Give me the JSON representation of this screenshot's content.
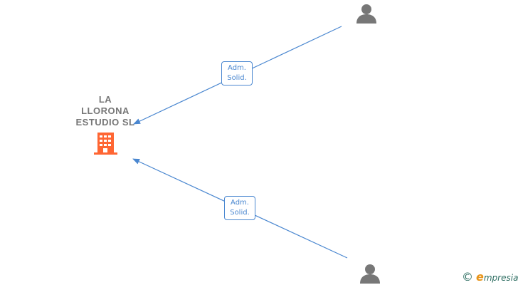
{
  "company": {
    "name_lines": [
      "LA",
      "LLORONA",
      "ESTUDIO  SL"
    ],
    "icon": "building-icon",
    "icon_color": "#ff6633"
  },
  "persons": [
    {
      "icon": "person-icon",
      "color": "#777777"
    },
    {
      "icon": "person-icon",
      "color": "#777777"
    }
  ],
  "relations": [
    {
      "label_lines": [
        "Adm.",
        "Solid."
      ]
    },
    {
      "label_lines": [
        "Adm.",
        "Solid."
      ]
    }
  ],
  "colors": {
    "edge": "#4a87d0",
    "text": "#777777"
  },
  "watermark": {
    "symbol": "©",
    "brand_initial": "e",
    "brand_rest": "mpresia"
  }
}
